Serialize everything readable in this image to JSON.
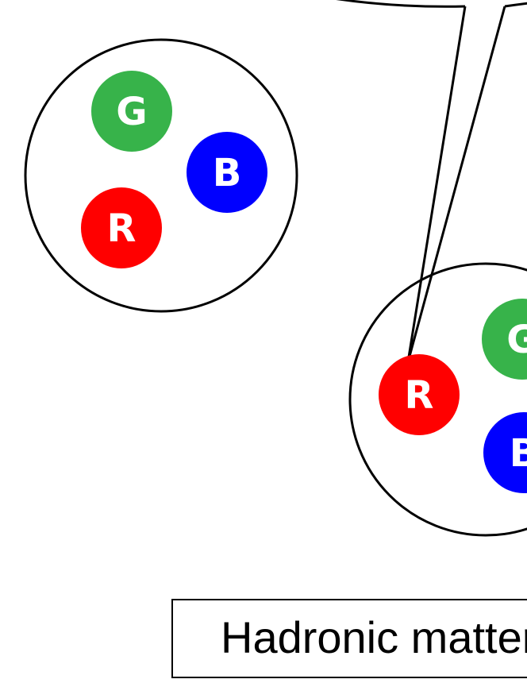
{
  "colors": {
    "background": "#ffffff",
    "stroke": "#000000",
    "red": "#ff0000",
    "green": "#37b34a",
    "blue": "#0000ff",
    "letter": "#ffffff"
  },
  "hadron_left": {
    "quark_g": {
      "letter": "G",
      "color_name": "green"
    },
    "quark_b": {
      "letter": "B",
      "color_name": "blue"
    },
    "quark_r": {
      "letter": "R",
      "color_name": "red"
    }
  },
  "hadron_right": {
    "quark_r": {
      "letter": "R",
      "color_name": "red"
    },
    "quark_g": {
      "letter": "G",
      "color_name": "green"
    },
    "quark_b": {
      "letter": "B",
      "color_name": "blue"
    }
  },
  "caption": {
    "text": "Hadronic matter"
  }
}
